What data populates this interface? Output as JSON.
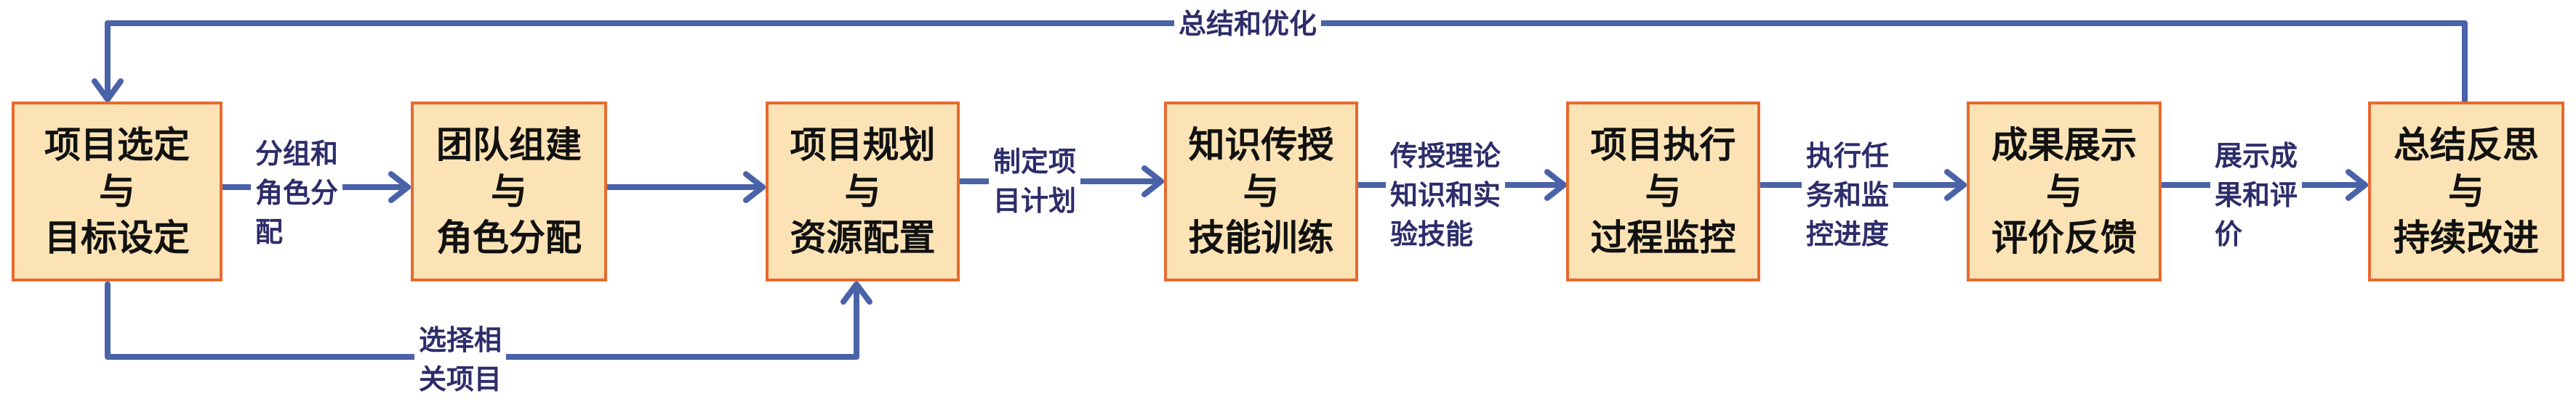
{
  "colors": {
    "box_fill": "#fbe3b5",
    "box_border": "#e8692f",
    "arrow": "#4a62a8",
    "label_text": "#2c2d6a"
  },
  "steps": [
    {
      "line1": "项目选定",
      "line2": "与",
      "line3": "目标设定"
    },
    {
      "line1": "团队组建",
      "line2": "与",
      "line3": "角色分配"
    },
    {
      "line1": "项目规划",
      "line2": "与",
      "line3": "资源配置"
    },
    {
      "line1": "知识传授",
      "line2": "与",
      "line3": "技能训练"
    },
    {
      "line1": "项目执行",
      "line2": "与",
      "line3": "过程监控"
    },
    {
      "line1": "成果展示",
      "line2": "与",
      "line3": "评价反馈"
    },
    {
      "line1": "总结反思",
      "line2": "与",
      "line3": "持续改进"
    }
  ],
  "edges": [
    {
      "lines": [
        "分组和",
        "角色分",
        "配"
      ]
    },
    {
      "lines": [
        "",
        ""
      ]
    },
    {
      "lines": [
        "制定项",
        "目计划"
      ]
    },
    {
      "lines": [
        "传授理论",
        "知识和实",
        "验技能"
      ]
    },
    {
      "lines": [
        "执行任",
        "务和监",
        "控进度"
      ]
    },
    {
      "lines": [
        "展示成",
        "果和评",
        "价"
      ]
    }
  ],
  "feedback_top": {
    "label": "总结和优化"
  },
  "feedback_bottom": {
    "lines": [
      "选择相",
      "关项目"
    ]
  }
}
